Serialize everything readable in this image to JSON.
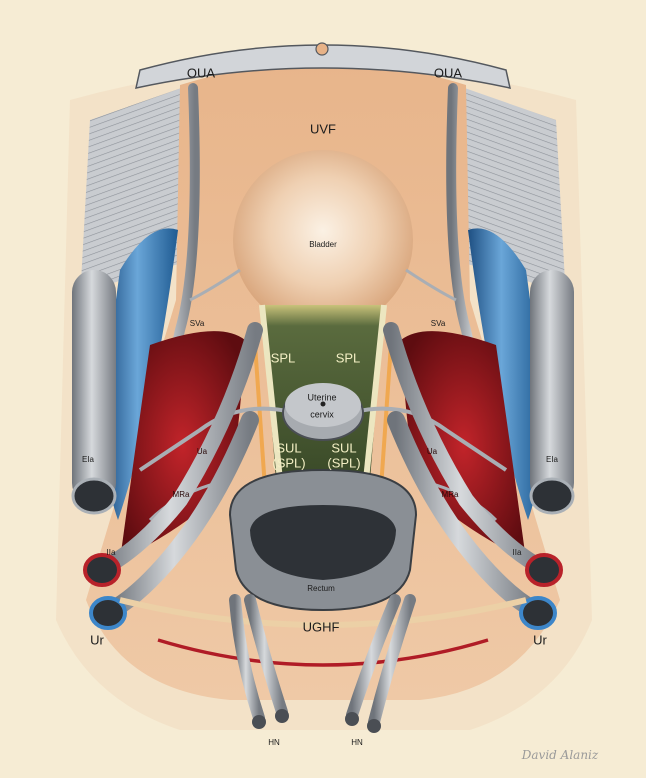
{
  "figure": {
    "type": "anatomical illustration",
    "subject": "Female pelvic anatomy (superior view) — ligaments, vessels and fascia around uterine cervix, bladder and rectum"
  },
  "labels": {
    "oua_left": "OUA",
    "oua_right": "OUA",
    "uvf": "UVF",
    "bladder": "Bladder",
    "sva_left": "SVa",
    "sva_right": "SVa",
    "spl_left": "SPL",
    "spl_right": "SPL",
    "cervix_line1": "Uterine",
    "cervix_line2": "cervix",
    "sul_left_line1": "SUL",
    "sul_left_line2": "(SPL)",
    "sul_right_line1": "SUL",
    "sul_right_line2": "(SPL)",
    "ua_left": "Ua",
    "ua_right": "Ua",
    "eia_left": "EIa",
    "eia_right": "EIa",
    "mra_left": "MRa",
    "mra_right": "MRa",
    "iia_left": "IIa",
    "iia_right": "IIa",
    "ur_left": "Ur",
    "ur_right": "Ur",
    "rectum": "Rectum",
    "ughf": "UGHF",
    "hn_left": "HN",
    "hn_right": "HN"
  },
  "signature": "David Alaniz",
  "colors": {
    "background": "#f6ecd4",
    "tissue": "#e9bb94",
    "vessel_gray": "#9ea3a9",
    "muscle_blue": "#2f6ea8",
    "ligament_green": "#45552f",
    "artery_red": "#8c1418",
    "fascia_tan": "#e6c9a0"
  }
}
